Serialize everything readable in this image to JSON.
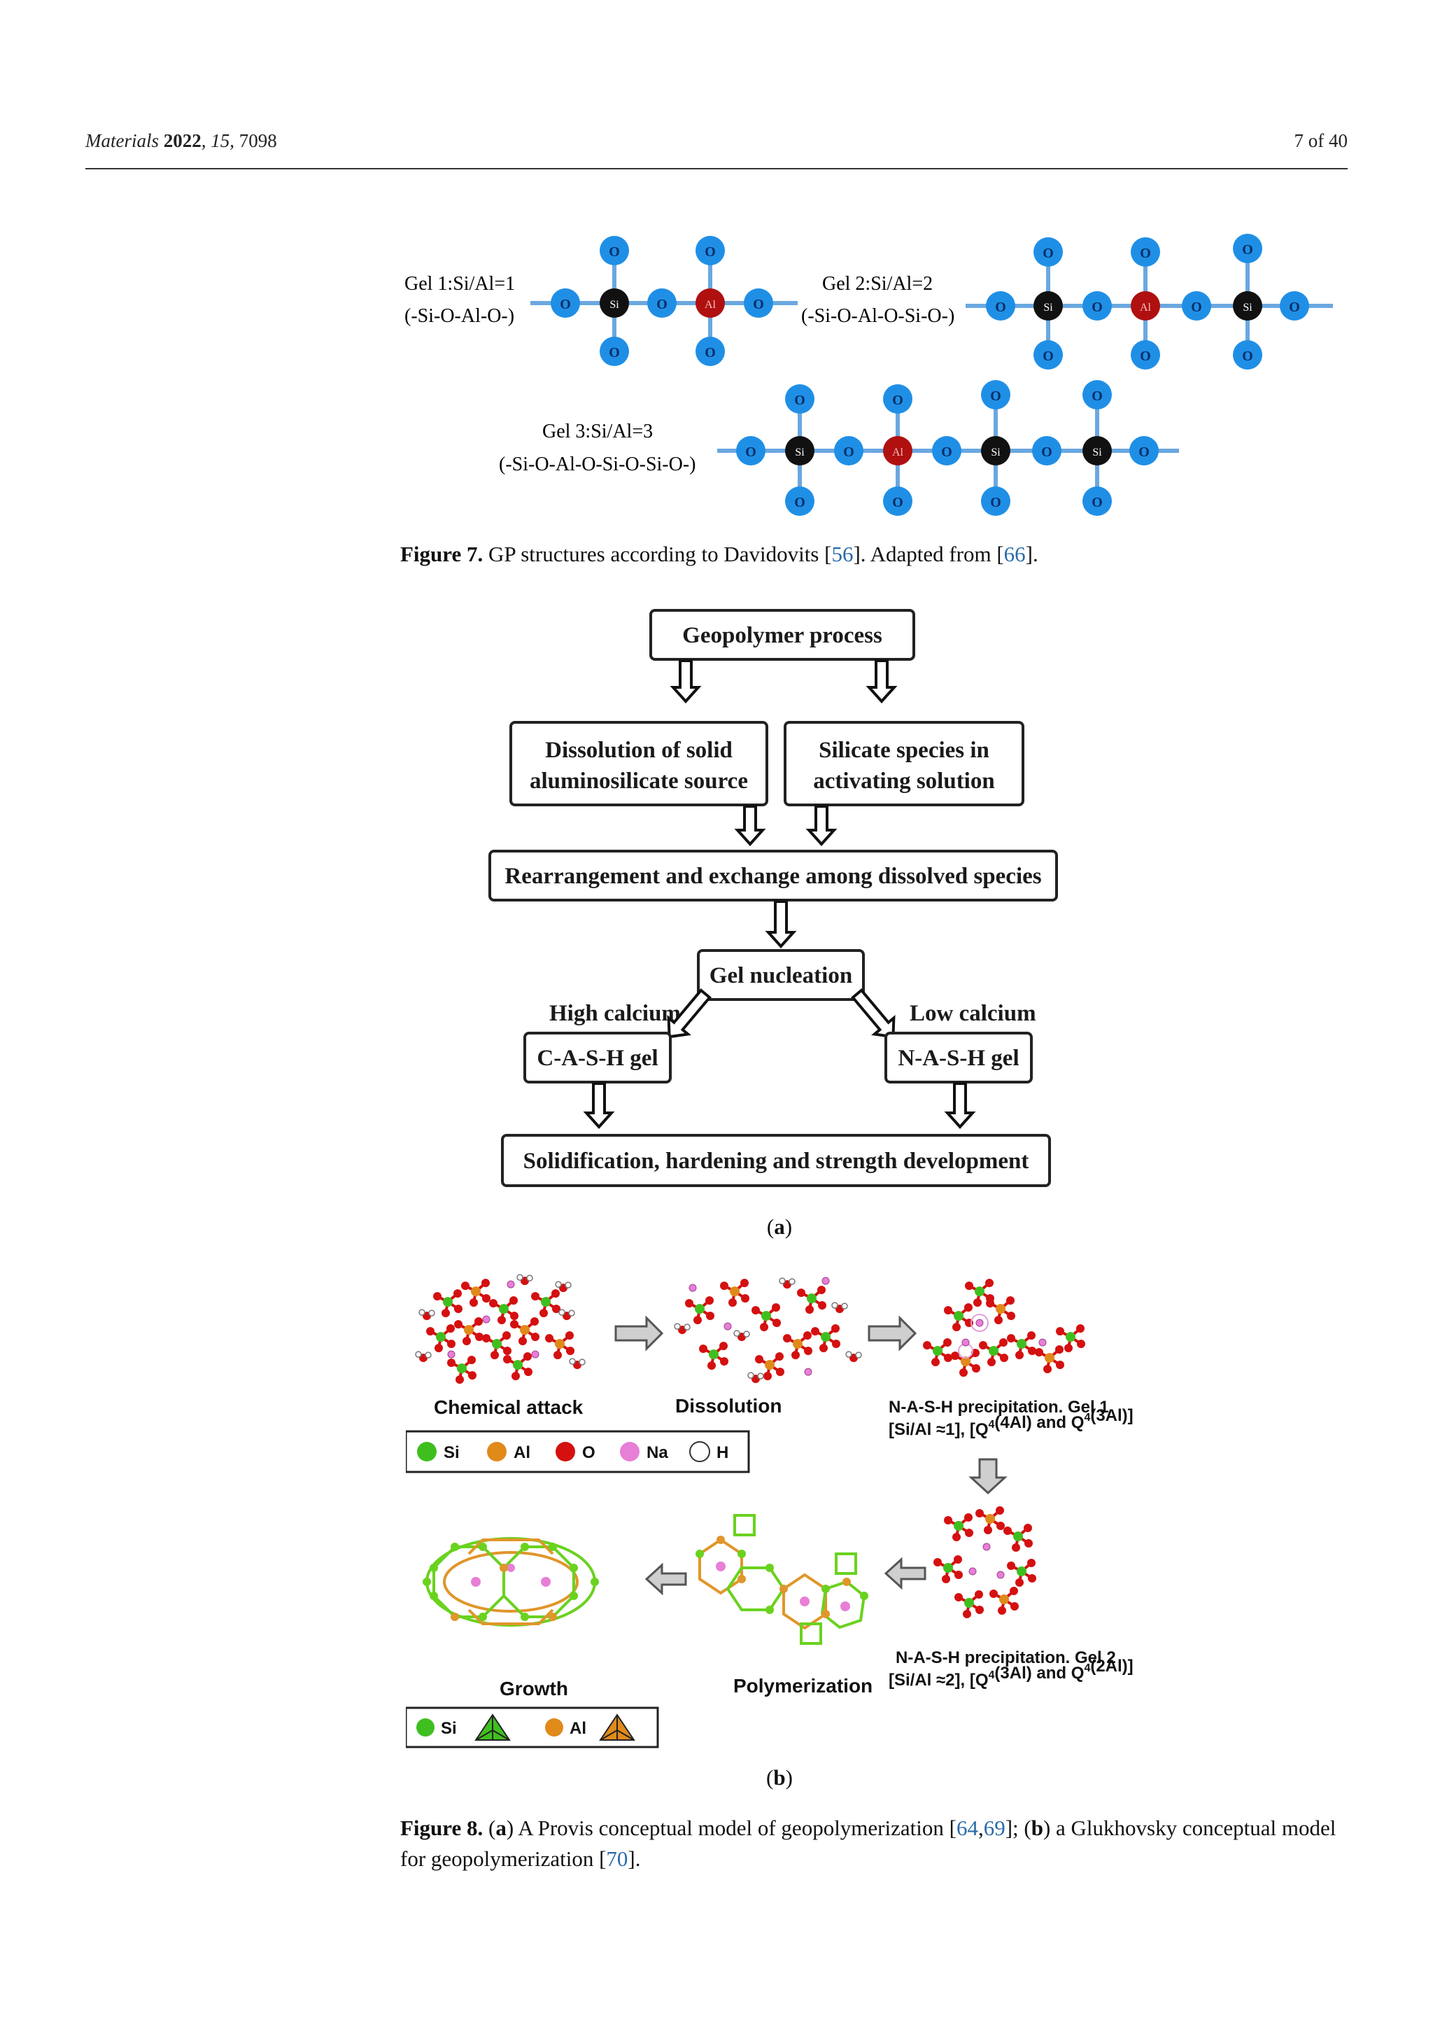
{
  "header": {
    "journal": "Materials",
    "year": "2022",
    "volume": "15",
    "article": "7098",
    "page": "7 of 40"
  },
  "figure7": {
    "gel1_title": "Gel 1:Si/Al=1",
    "gel1_chain": "(-Si-O-Al-O-)",
    "gel2_title": "Gel 2:Si/Al=2",
    "gel2_chain": "(-Si-O-Al-O-Si-O-)",
    "gel3_title": "Gel 3:Si/Al=3",
    "gel3_chain": "(-Si-O-Al-O-Si-O-Si-O-)",
    "oxygen_label": "O",
    "silicon_label": "Si",
    "aluminum_label": "Al",
    "colors": {
      "oxygen": "#1f8fe6",
      "silicon": "#111111",
      "aluminum": "#b01010",
      "bond": "#6aa8e0"
    },
    "caption_label": "Figure 7.",
    "caption_text_1": " GP structures according to Davidovits [",
    "caption_ref_1": "56",
    "caption_text_2": "]. Adapted from [",
    "caption_ref_2": "66",
    "caption_text_3": "]."
  },
  "figure8a": {
    "boxes": {
      "process": "Geopolymer process",
      "dissolution_l1": "Dissolution of solid",
      "dissolution_l2": "aluminosilicate source",
      "silicate_l1": "Silicate species in",
      "silicate_l2": "activating solution",
      "rearrangement": "Rearrangement and exchange among dissolved species",
      "nucleation": "Gel nucleation",
      "cash": "C-A-S-H gel",
      "nash": "N-A-S-H gel",
      "solidification": "Solidification, hardening and strength development"
    },
    "labels": {
      "high_calcium": "High calcium",
      "low_calcium": "Low calcium"
    },
    "sublabel": "a"
  },
  "figure8b": {
    "stages": {
      "chemical_attack": "Chemical attack",
      "dissolution": "Dissolution",
      "gel1_l1": "N-A-S-H precipitation. Gel 1",
      "gel1_l2": "[Si/Al ≈1], [Q4(4Al) and Q4(3Al)]",
      "gel2_l1": "N-A-S-H precipitation. Gel 2",
      "gel2_l2": "[Si/Al ≈2], [Q4(3Al) and Q4(2Al)]",
      "polymerization": "Polymerization",
      "growth": "Growth"
    },
    "legend_top": {
      "si": "Si",
      "al": "Al",
      "o": "O",
      "na": "Na",
      "h": "H"
    },
    "legend_bottom": {
      "si": "Si",
      "al": "Al"
    },
    "colors": {
      "si": "#3fbf1f",
      "al": "#e08a1a",
      "o": "#d41010",
      "na": "#e77fd6",
      "h": "#ffffff",
      "green_bond": "#6ad21f",
      "orange_bond": "#e0962a"
    },
    "sublabel": "b"
  },
  "figure8_caption": {
    "label": "Figure 8.",
    "part_a_open": " (",
    "part_a": "a",
    "text_1": ") A Provis conceptual model of geopolymerization [",
    "ref_1": "64",
    "sep": ",",
    "ref_2": "69",
    "text_2": "]; (",
    "part_b": "b",
    "text_3": ") a Glukhovsky conceptual model for geopolymerization [",
    "ref_3": "70",
    "text_4": "]."
  }
}
